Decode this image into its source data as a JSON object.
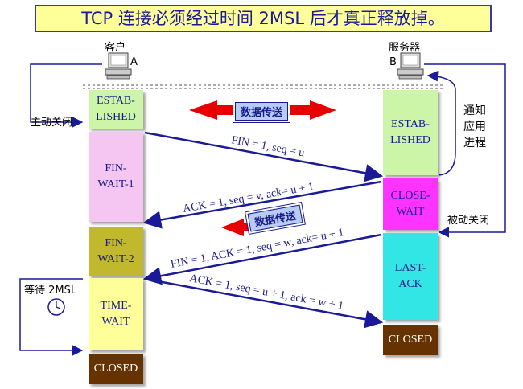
{
  "title": "TCP 连接必须经过时间 2MSL 后才真正释放掉。",
  "client": {
    "role": "客户",
    "letter": "A"
  },
  "server": {
    "role": "服务器",
    "letter": "B"
  },
  "side_labels": {
    "active_close": "主动关闭",
    "notify_app": "通知\n应用\n进程",
    "passive_close": "被动关闭",
    "wait_2msl": "等待 2MSL"
  },
  "badges": {
    "data_transfer_top": "数据传送",
    "data_transfer_mid": "数据传送"
  },
  "client_states": [
    {
      "label": "ESTAB-\nLISHED",
      "color": "#ccf5a8"
    },
    {
      "label": "FIN-\nWAIT-1",
      "color": "#f5c6f2"
    },
    {
      "label": "FIN-\nWAIT-2",
      "color": "#c2b82e"
    },
    {
      "label": "TIME-\nWAIT",
      "color": "#ffff99"
    },
    {
      "label": "CLOSED",
      "color": "#663300"
    }
  ],
  "server_states": [
    {
      "label": "ESTAB-\nLISHED",
      "color": "#ccf5a8"
    },
    {
      "label": "CLOSE-\nWAIT",
      "color": "#ff33ff"
    },
    {
      "label": "LAST-\nACK",
      "color": "#33e6e6"
    },
    {
      "label": "CLOSED",
      "color": "#663300"
    }
  ],
  "messages": {
    "fin1": "FIN = 1, seq = u",
    "ack1": "ACK = 1, seq = v, ack= u + 1",
    "fin2": "FIN = 1, ACK = 1, seq = w, ack= u + 1",
    "ack2": "ACK = 1, seq = u + 1, ack = w + 1"
  },
  "colors": {
    "arrow_line": "#1a1a99",
    "red_arrow": "#e60000",
    "title_border": "#3333cc"
  }
}
